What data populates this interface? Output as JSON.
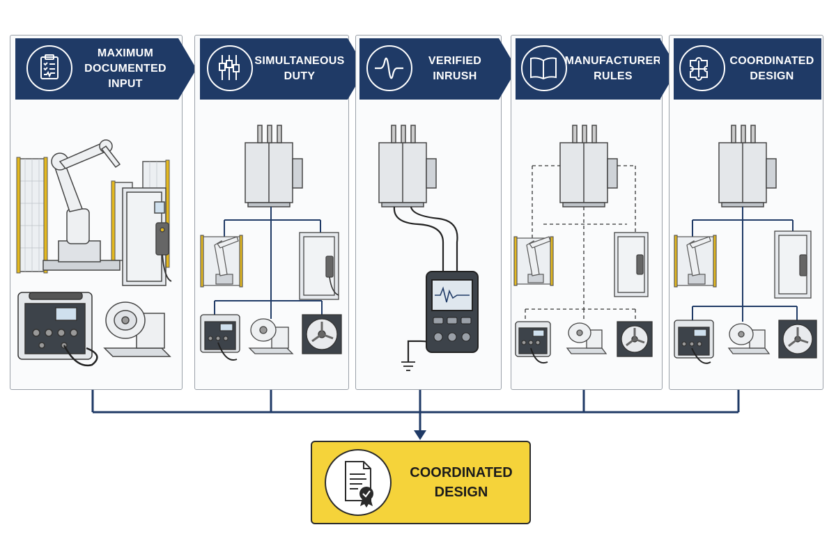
{
  "steps": [
    {
      "title": "MAXIMUM DOCUMENTED INPUT",
      "icon": "clipboard-checklist-icon"
    },
    {
      "title": "SIMULTANEOUS DUTY",
      "icon": "parallel-loads-icon"
    },
    {
      "title": "VERIFIED INRUSH",
      "icon": "waveform-icon"
    },
    {
      "title": "MANUFACTURER RULES",
      "icon": "open-book-icon"
    },
    {
      "title": "COORDINATED DESIGN",
      "icon": "puzzle-pieces-icon"
    }
  ],
  "result": {
    "title": "COORDINATED DESIGN",
    "icon": "certificate-icon"
  },
  "colors": {
    "navy": "#1f3a66",
    "result_fill": "#f5d33a",
    "accent_yellow": "#e3b81f"
  }
}
